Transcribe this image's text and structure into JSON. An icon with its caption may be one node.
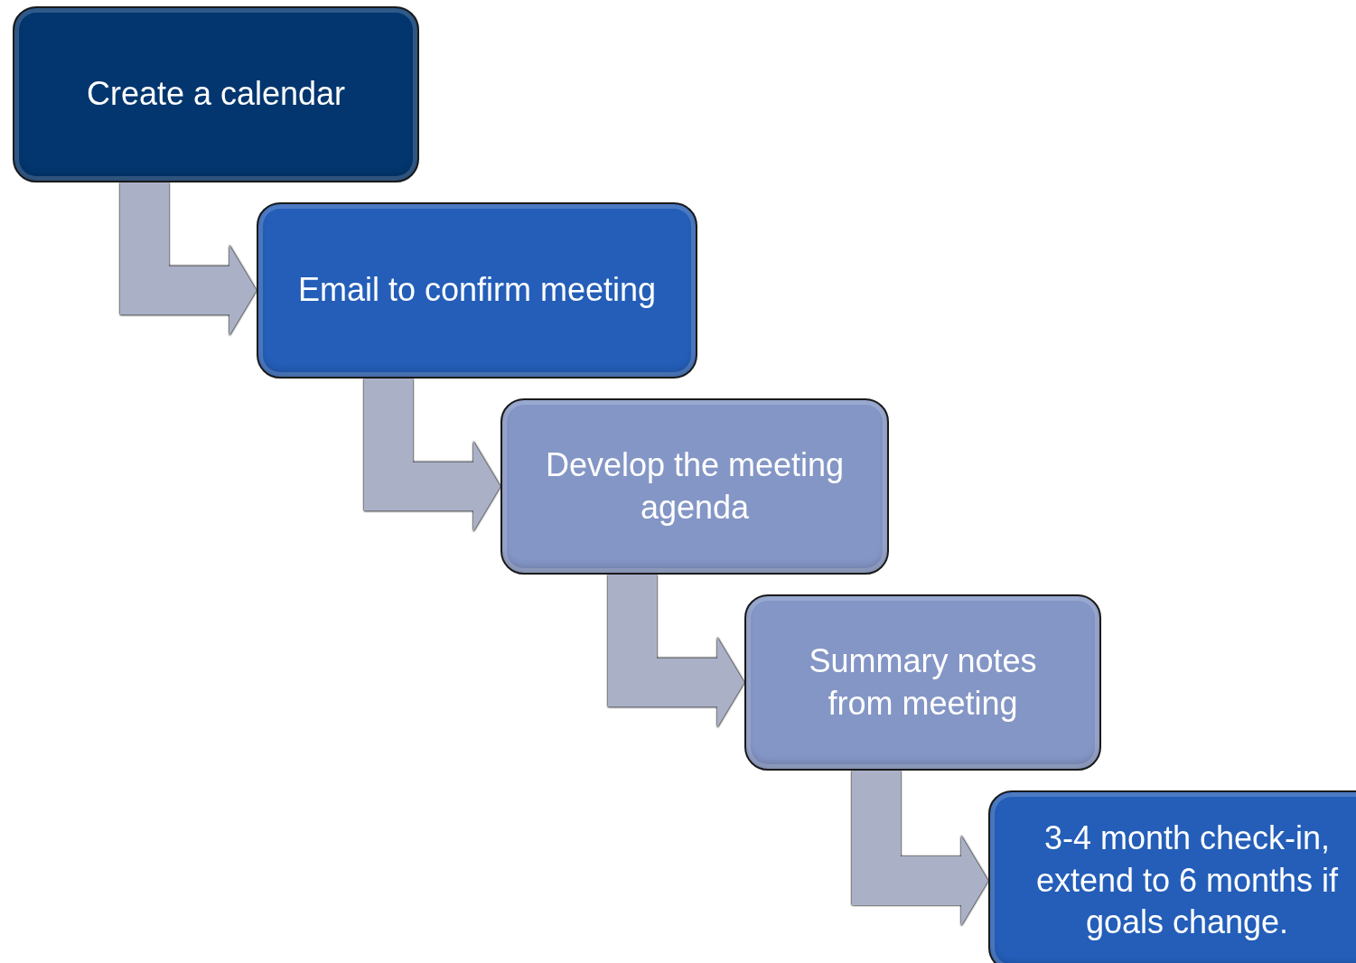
{
  "diagram": {
    "nodes": [
      {
        "text": [
          "Create a calendar"
        ]
      },
      {
        "text": [
          "Email to confirm meeting"
        ]
      },
      {
        "text": [
          "Develop the meeting agenda"
        ]
      },
      {
        "text": [
          "Summary notes from meeting"
        ]
      },
      {
        "text": [
          "3-4 month check-in, extend to 6 months if goals change."
        ]
      }
    ],
    "edges": [
      {
        "from": 0,
        "to": 1,
        "arrow": "to"
      },
      {
        "from": 1,
        "to": 2,
        "arrow": "to"
      },
      {
        "from": 2,
        "to": 3,
        "arrow": "to"
      },
      {
        "from": 3,
        "to": 4,
        "arrow": "to"
      }
    ]
  }
}
